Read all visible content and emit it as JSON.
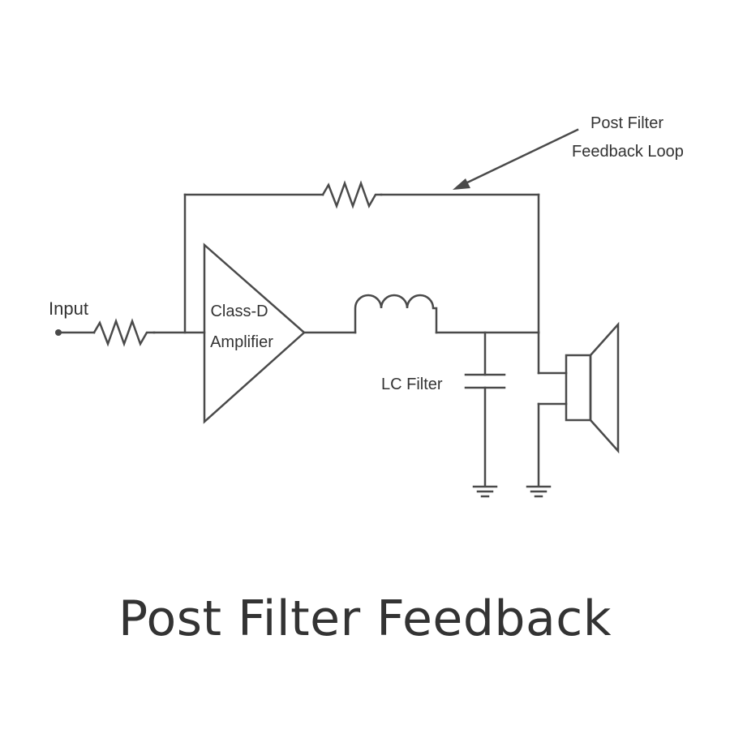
{
  "title": "Post Filter Feedback",
  "labels": {
    "input": "Input",
    "amplifier_line1": "Class-D",
    "amplifier_line2": "Amplifier",
    "lc_filter": "LC Filter",
    "feedback_line1": "Post Filter",
    "feedback_line2": "Feedback Loop"
  },
  "colors": {
    "wire": "#4a4a4a",
    "text": "#333333",
    "background": "#ffffff"
  },
  "components": [
    "input-resistor-icon",
    "class-d-amplifier-icon",
    "inductor-icon",
    "capacitor-icon",
    "ground-icon",
    "speaker-icon",
    "feedback-resistor-icon",
    "arrow-icon"
  ]
}
